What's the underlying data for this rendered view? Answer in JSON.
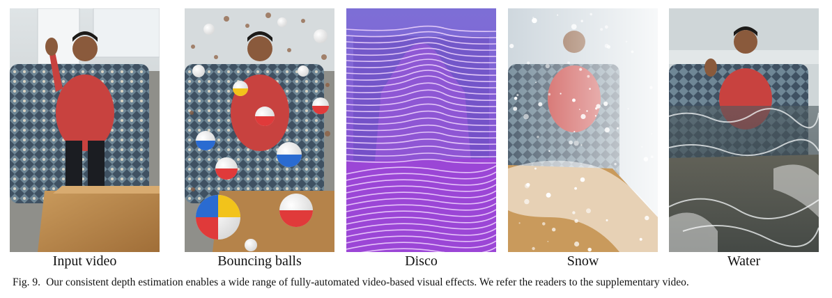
{
  "panels": [
    {
      "label": "Input video"
    },
    {
      "label": "Bouncing balls"
    },
    {
      "label": "Disco"
    },
    {
      "label": "Snow"
    },
    {
      "label": "Water"
    }
  ],
  "caption": {
    "figure": "Fig. 9.",
    "text": "Our consistent depth estimation enables a wide range of fully-automated video-based visual effects. We refer the readers to the supplementary video."
  },
  "colors": {
    "shirt": "#c8423f",
    "couch": "#3f5162",
    "table": "#b5834a",
    "disco": "#8a3fd0",
    "snow": "#ffffff",
    "water": "#6a7a84"
  }
}
